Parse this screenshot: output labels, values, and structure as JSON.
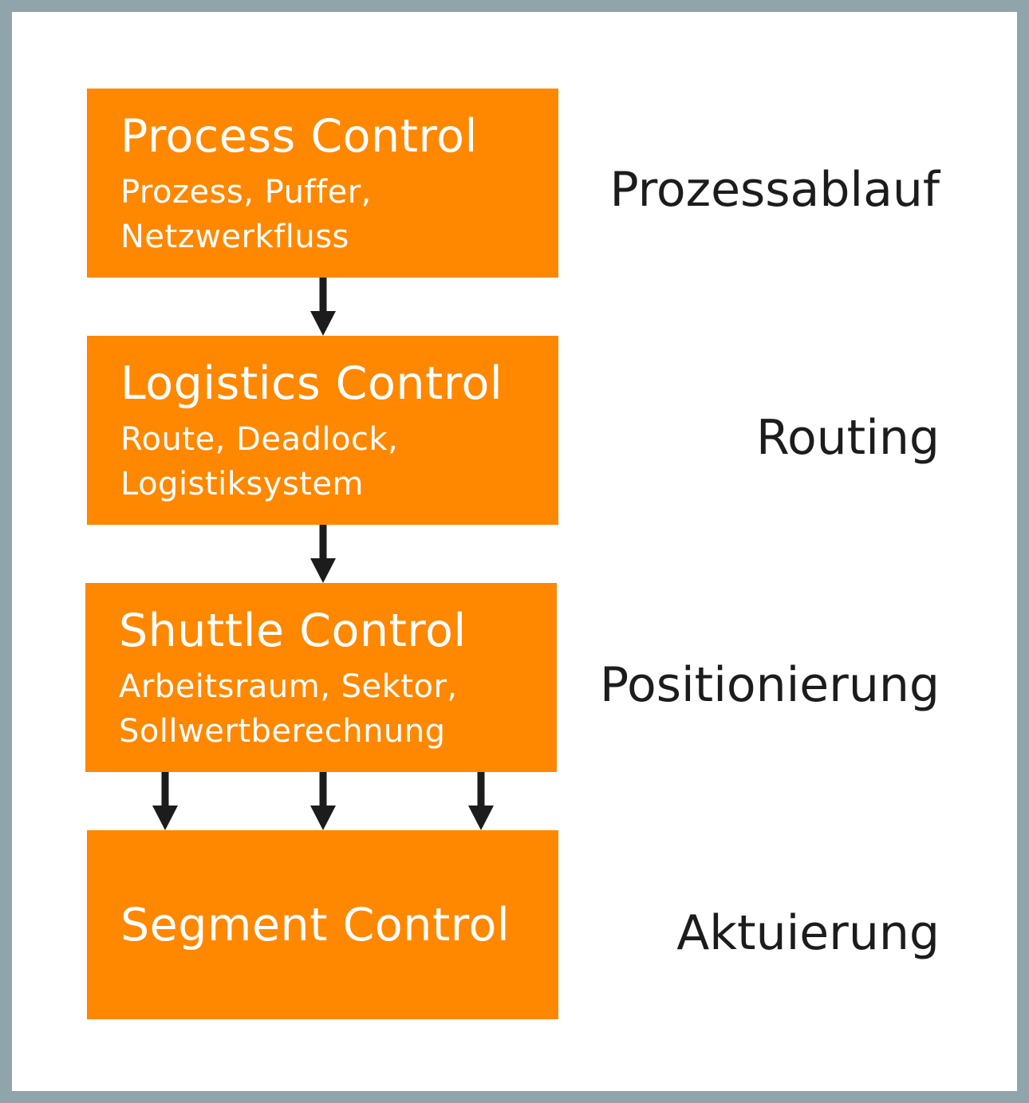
{
  "blocks": [
    {
      "title": "Process Control",
      "subtitle_lines": [
        "Prozess, Puffer,",
        "Netzwerkfluss"
      ],
      "level_label": "Prozessablauf"
    },
    {
      "title": "Logistics Control",
      "subtitle_lines": [
        "Route, Deadlock,",
        "Logistiksystem"
      ],
      "level_label": "Routing"
    },
    {
      "title": "Shuttle Control",
      "subtitle_lines": [
        "Arbeitsraum, Sektor,",
        "Sollwertberechnung"
      ],
      "level_label": "Positionierung"
    },
    {
      "title": "Segment Control",
      "subtitle_lines": [],
      "level_label": "Aktuierung"
    }
  ],
  "colors": {
    "block_fill": "#ff8800",
    "block_text": "#ffffff",
    "label_text": "#1c1c1c",
    "arrow": "#1c1c1c",
    "frame_border": "#8fa4ab",
    "background": "#ffffff"
  },
  "connections": [
    {
      "from": "Process Control",
      "to": "Logistics Control",
      "count": 1
    },
    {
      "from": "Logistics Control",
      "to": "Shuttle Control",
      "count": 1
    },
    {
      "from": "Shuttle Control",
      "to": "Segment Control",
      "count": 3
    }
  ]
}
